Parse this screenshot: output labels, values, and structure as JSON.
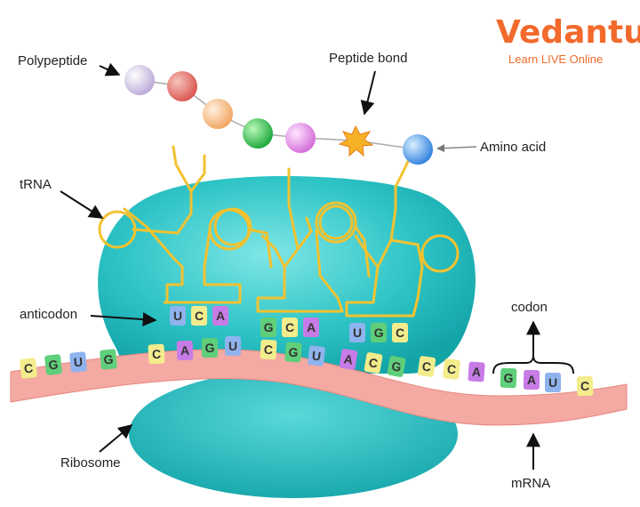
{
  "logo": {
    "name": "Vedantu",
    "tagline": "Learn LIVE Online",
    "color": "#f26a2c"
  },
  "labels": {
    "polypeptide": "Polypeptide",
    "peptide_bond": "Peptide bond",
    "amino_acid": "Amino acid",
    "trna": "tRNA",
    "anticodon": "anticodon",
    "codon": "codon",
    "ribosome": "Ribosome",
    "mrna": "mRNA"
  },
  "anticodons": [
    [
      "U",
      "C",
      "A"
    ],
    [
      "G",
      "C",
      "A"
    ],
    [
      "U",
      "G",
      "C"
    ]
  ],
  "mrna_bases": [
    "C",
    "G",
    "U",
    "G",
    "C",
    "A",
    "G",
    "U",
    "C",
    "G",
    "U",
    "A",
    "C",
    "G",
    "C",
    "C",
    "A",
    "G",
    "A",
    "U",
    "C"
  ],
  "colors": {
    "ribosome": "#2fc6c8",
    "trna": "#f2c230",
    "mrna": "#f4a9a2",
    "base_A": "#c77be6",
    "base_C": "#f3ec8c",
    "base_G": "#5fcf7a",
    "base_U": "#8fb3ee"
  }
}
